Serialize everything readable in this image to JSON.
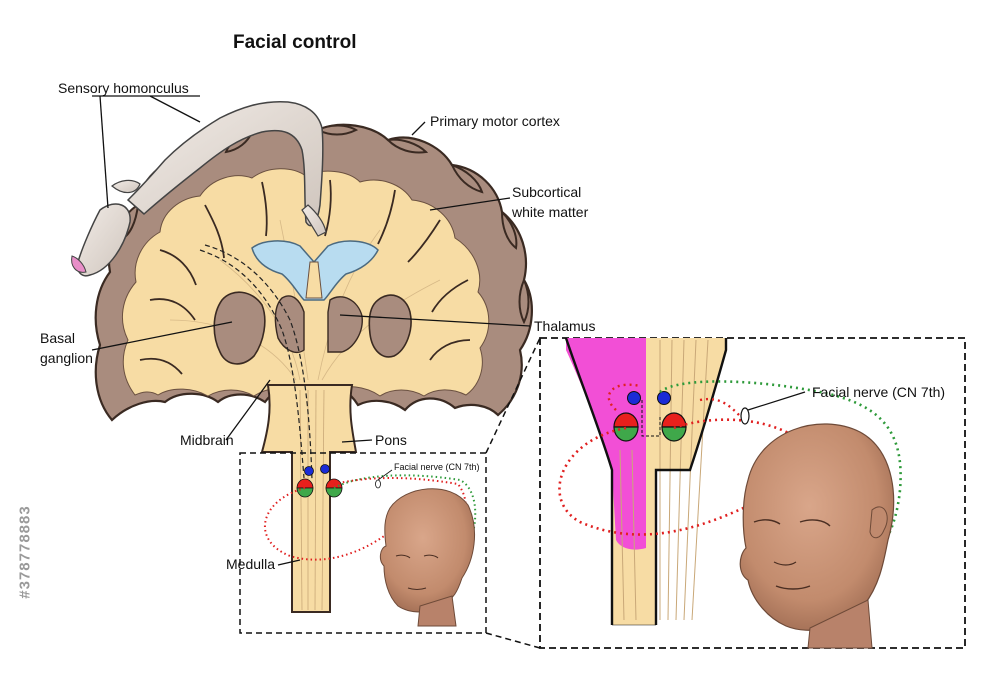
{
  "title": "Facial control",
  "labels": {
    "sensory_homonculus": "Sensory homonculus",
    "primary_motor_cortex": "Primary motor cortex",
    "subcortical_line1": "Subcortical",
    "subcortical_line2": "white matter",
    "thalamus": "Thalamus",
    "basal_line1": "Basal",
    "basal_line2": "ganglion",
    "midbrain": "Midbrain",
    "pons": "Pons",
    "medulla": "Medulla",
    "facial_nerve_small": "Facial nerve (CN 7th)",
    "facial_nerve_large": "Facial nerve (CN 7th)"
  },
  "stock_id": "#378778883",
  "colors": {
    "white_matter": "#f7dca4",
    "gray_matter": "#a98c7e",
    "ventricle": "#b8dcf0",
    "nucleus_red": "#e8201c",
    "nucleus_green": "#3fa84a",
    "nucleus_blue": "#1a2bd6",
    "tract_red": "#e02020",
    "tract_green": "#2e9a3a",
    "pink_tract": "#f24fd6",
    "skin": "#c58f72"
  }
}
